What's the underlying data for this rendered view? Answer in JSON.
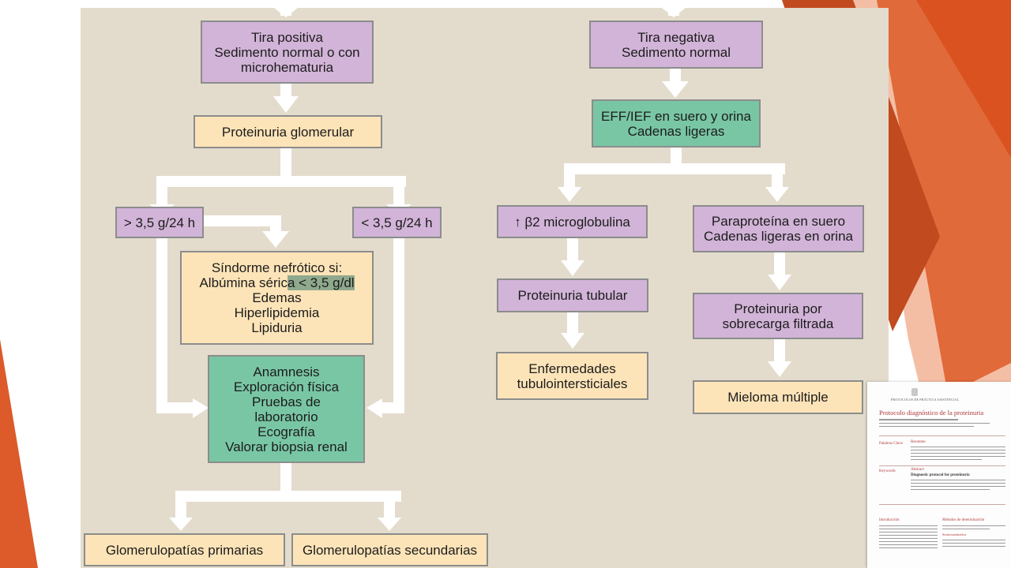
{
  "flowchart": {
    "left": {
      "tira_positiva": "Tira positiva\nSedimento normal o con\nmicrohematuria",
      "proteinuria_glomerular": "Proteinuria glomerular",
      "mayor": "> 3,5 g/24 h",
      "menor": "< 3,5 g/24 h",
      "sindrome_1": "Síndorme nefrótico si:",
      "sindrome_2a": "Albúmina séric",
      "sindrome_2b": "a < 3,5 g/dl",
      "sindrome_3": "Edemas\nHiperlipidemia\nLipiduria",
      "evaluacion": "Anamnesis\nExploración física\nPruebas de\nlaboratorio\nEcografía\nValorar biopsia renal",
      "primarias": "Glomerulopatías primarias",
      "secundarias": "Glomerulopatías secundarias"
    },
    "right": {
      "tira_negativa": "Tira negativa\nSedimento normal",
      "eff_ief": "EFF/IEF en suero y orina\nCadenas ligeras",
      "beta2": "↑ β2 microglobulina",
      "paraproteina": "Paraproteína en suero\nCadenas ligeras en orina",
      "tubular": "Proteinuria tubular",
      "sobrecarga": "Proteinuria por\nsobrecarga filtrada",
      "tubulointersticiales": "Enfermedades\ntubulointersticiales",
      "mieloma": "Mieloma múltiple"
    }
  },
  "colors": {
    "panel": "#e3dccd",
    "purple_box": "#d2b4d8",
    "cream_box": "#fde4b8",
    "green_box": "#79c6a5",
    "arrow": "#ffffff",
    "orange_decor": "#dd5a2a"
  },
  "thumbnail": {
    "header": "PROTOCOLOS DE PRÁCTICA ASISTENCIAL",
    "title": "Protocolo diagnóstico de la proteinuria",
    "resumen": "Resumen",
    "abstract": "Abstract",
    "abstract_title": "Diagnostic protocol for proteinuria",
    "palabras_clave": "Palabras Clave",
    "keywords": "Keywords",
    "introduccion": "Introducción",
    "metodos": "Métodos de determinación",
    "semicuantitativa": "Semicuantitativa"
  }
}
